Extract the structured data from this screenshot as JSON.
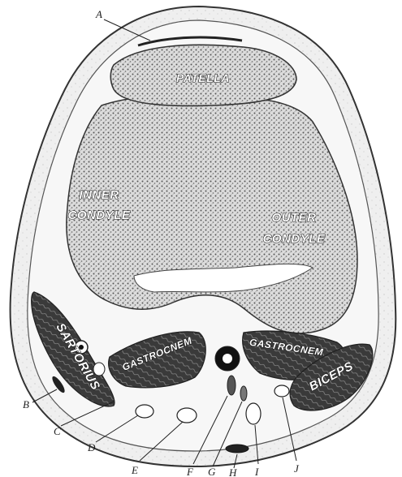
{
  "structures": {
    "patella": "PATELLA",
    "inner_condyle_line1": "INNER",
    "inner_condyle_line2": "CONDYLE",
    "outer_condyle_line1": "OUTER",
    "outer_condyle_line2": "CONDYLE",
    "sartorius": "SARTORIUS",
    "gastrocnemius_inner": "GASTROCNEM",
    "gastrocnemius_outer": "GASTROCNEM",
    "biceps": "BICEPS"
  },
  "callouts": {
    "a": "A",
    "b": "B",
    "c": "C",
    "d": "D",
    "e": "E",
    "f": "F",
    "g": "G",
    "h": "H",
    "i": "I",
    "j": "J"
  },
  "colors": {
    "ink": "#222222",
    "bone_fill": "#d9d9d9",
    "muscle_fill": "#4a4a4a",
    "skin_fill": "#f2f2f2",
    "background": "#ffffff"
  }
}
